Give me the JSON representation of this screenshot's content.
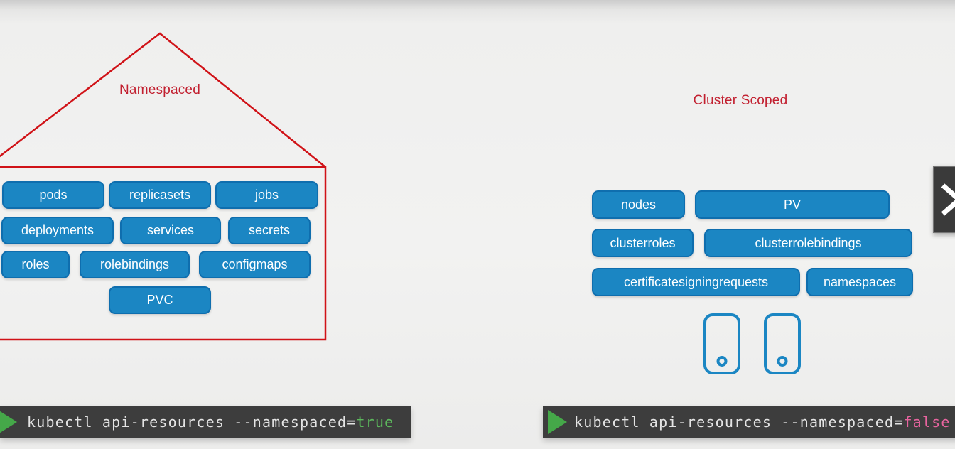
{
  "namespaced": {
    "title": "Namespaced",
    "buttons": [
      "pods",
      "replicasets",
      "jobs",
      "deployments",
      "services",
      "secrets",
      "roles",
      "rolebindings",
      "configmaps",
      "PVC"
    ]
  },
  "cluster": {
    "title": "Cluster Scoped",
    "buttons": [
      "nodes",
      "PV",
      "clusterroles",
      "clusterrolebindings",
      "certificatesigningrequests",
      "namespaces"
    ]
  },
  "terminals": {
    "namespaced_cmd": {
      "command": "kubectl api-resources --namespaced=",
      "flag_value": "true"
    },
    "cluster_cmd": {
      "command": "kubectl api-resources --namespaced=",
      "flag_value": "false"
    }
  },
  "icons": {
    "prompt": "play-triangle-icon",
    "next": "chevron-right-icon",
    "device": "phone-icon"
  },
  "colors": {
    "pill_blue": "#1b86c3",
    "pill_border": "#0f6eae",
    "red_outline": "#d01217",
    "red_text": "#c22030",
    "terminal_bg": "#3d3d3d",
    "prompt_green": "#45a849",
    "true_green": "#5cb85c",
    "false_pink": "#e8649f",
    "chevron_panel": "#3a3a3a"
  }
}
